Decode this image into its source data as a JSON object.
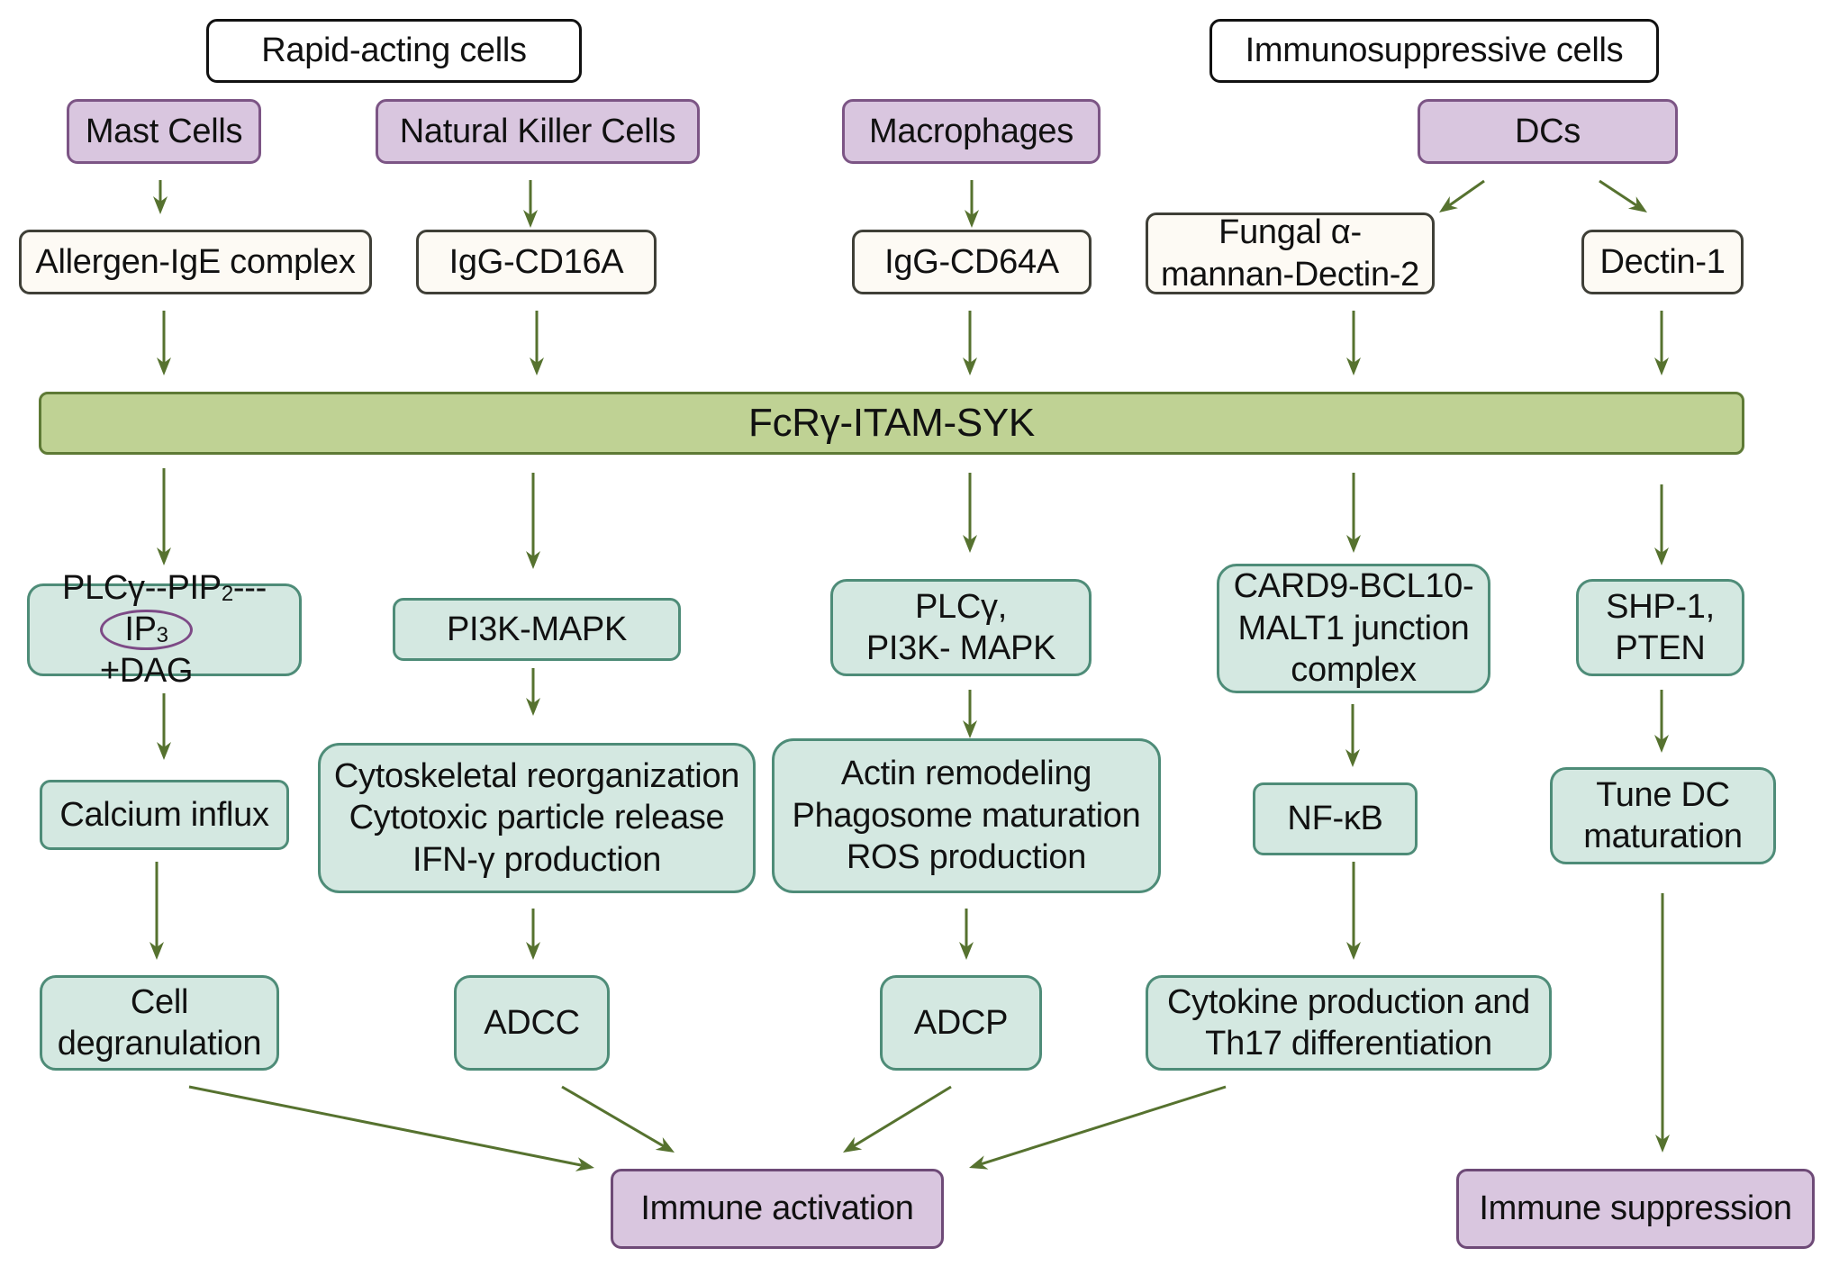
{
  "colors": {
    "arrow": "#56722f",
    "bar_fill": "#bfd294",
    "pathway_fill": "#d4e8e1",
    "cell_fill": "#d9c6df",
    "receptor_fill": "#fdfaf4"
  },
  "headers": {
    "rapid": "Rapid-acting cells",
    "immunosuppressive": "Immunosuppressive cells"
  },
  "cells": {
    "mast": "Mast Cells",
    "nk": "Natural Killer Cells",
    "macrophages": "Macrophages",
    "dcs": "DCs"
  },
  "receptors": {
    "allergen": "Allergen-IgE complex",
    "cd16a": "IgG-CD16A",
    "cd64a": "IgG-CD64A",
    "dectin2_line1": "Fungal α-",
    "dectin2_line2": "mannan-Dectin-2",
    "dectin1": "Dectin-1"
  },
  "hub": "FcRγ-ITAM-SYK",
  "signaling": {
    "plc_line1_a": "PLCγ--PIP",
    "plc_line1_sub": "2",
    "plc_line1_b": "---",
    "plc_ip": "IP",
    "plc_ip_sub": "3",
    "plc_line2_rest": "+DAG",
    "pi3k": "PI3K-MAPK",
    "plc_pi3k_line1": "PLCγ,",
    "plc_pi3k_line2": "PI3K- MAPK",
    "card9_line1": "CARD9-BCL10-",
    "card9_line2": "MALT1 junction",
    "card9_line3": "complex",
    "shp_line1": "SHP-1,",
    "shp_line2": "PTEN"
  },
  "effects": {
    "calcium": "Calcium influx",
    "nk_line1": "Cytoskeletal reorganization",
    "nk_line2": "Cytotoxic particle release",
    "nk_line3": "IFN-γ production",
    "mac_line1": "Actin remodeling",
    "mac_line2": "Phagosome maturation",
    "mac_line3": "ROS production",
    "nfkb": "NF-κB",
    "tune_line1": "Tune DC",
    "tune_line2": "maturation"
  },
  "functions": {
    "degran_line1": "Cell",
    "degran_line2": "degranulation",
    "adcc": "ADCC",
    "adcp": "ADCP",
    "cytokine_line1": "Cytokine production and",
    "cytokine_line2": "Th17 differentiation"
  },
  "outcomes": {
    "activation": "Immune activation",
    "suppression": "Immune suppression"
  }
}
